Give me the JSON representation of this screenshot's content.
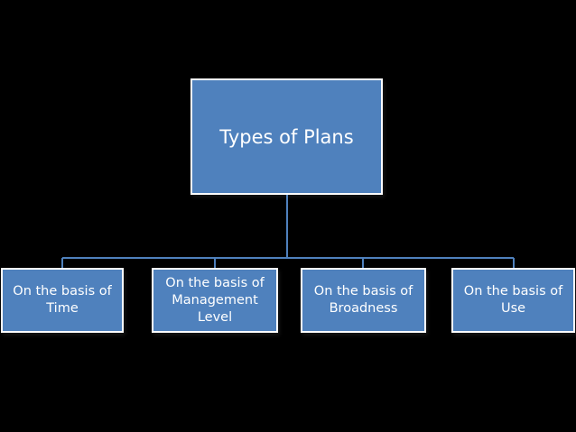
{
  "diagram": {
    "root": {
      "label": "Types of Plans"
    },
    "children": [
      {
        "label": "On the basis of Time"
      },
      {
        "label": "On the basis of Management Level"
      },
      {
        "label": "On the basis of Broadness"
      },
      {
        "label": "On the basis of Use"
      }
    ]
  },
  "colors": {
    "background": "#000000",
    "box_fill": "#4f81bd",
    "box_border": "#ffffff",
    "connector": "#4f81bd"
  }
}
